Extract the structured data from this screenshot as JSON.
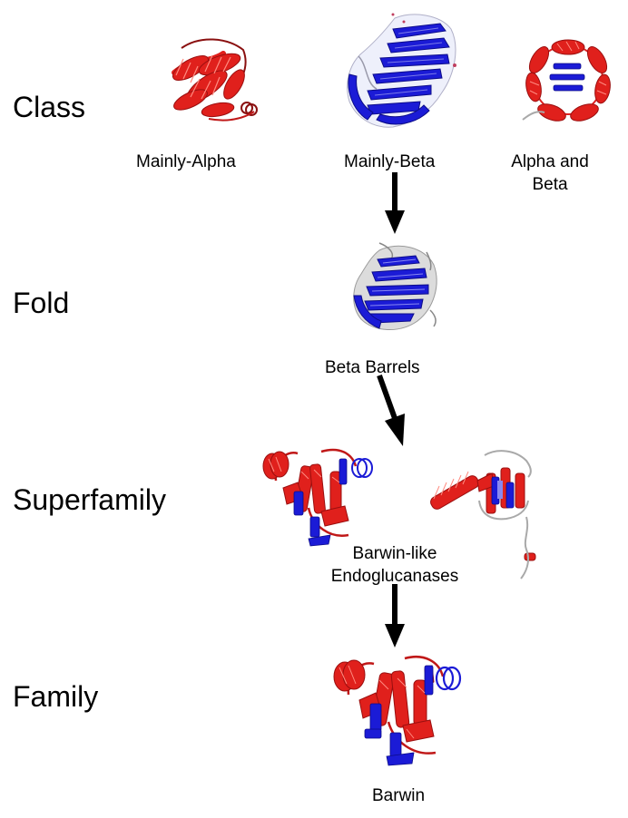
{
  "levels": {
    "class": "Class",
    "fold": "Fold",
    "superfamily": "Superfamily",
    "family": "Family"
  },
  "captions": {
    "mainly_alpha": "Mainly-Alpha",
    "mainly_beta": "Mainly-Beta",
    "alpha_beta_1": "Alpha and",
    "alpha_beta_2": "Beta",
    "beta_barrels": "Beta Barrels",
    "barwin_like_1": "Barwin-like",
    "barwin_like_2": "Endoglucanases",
    "barwin": "Barwin"
  },
  "colors": {
    "helix": "#e0201c",
    "strand": "#1b1bd6",
    "coil": "#a9a9a9",
    "arrow": "#000000"
  },
  "icons": [
    "alpha-protein-structure-icon",
    "beta-protein-structure-icon",
    "alpha-beta-protein-structure-icon",
    "beta-barrel-structure-icon",
    "barwin-like-structure-icon",
    "endoglucanase-structure-icon",
    "barwin-structure-icon"
  ]
}
